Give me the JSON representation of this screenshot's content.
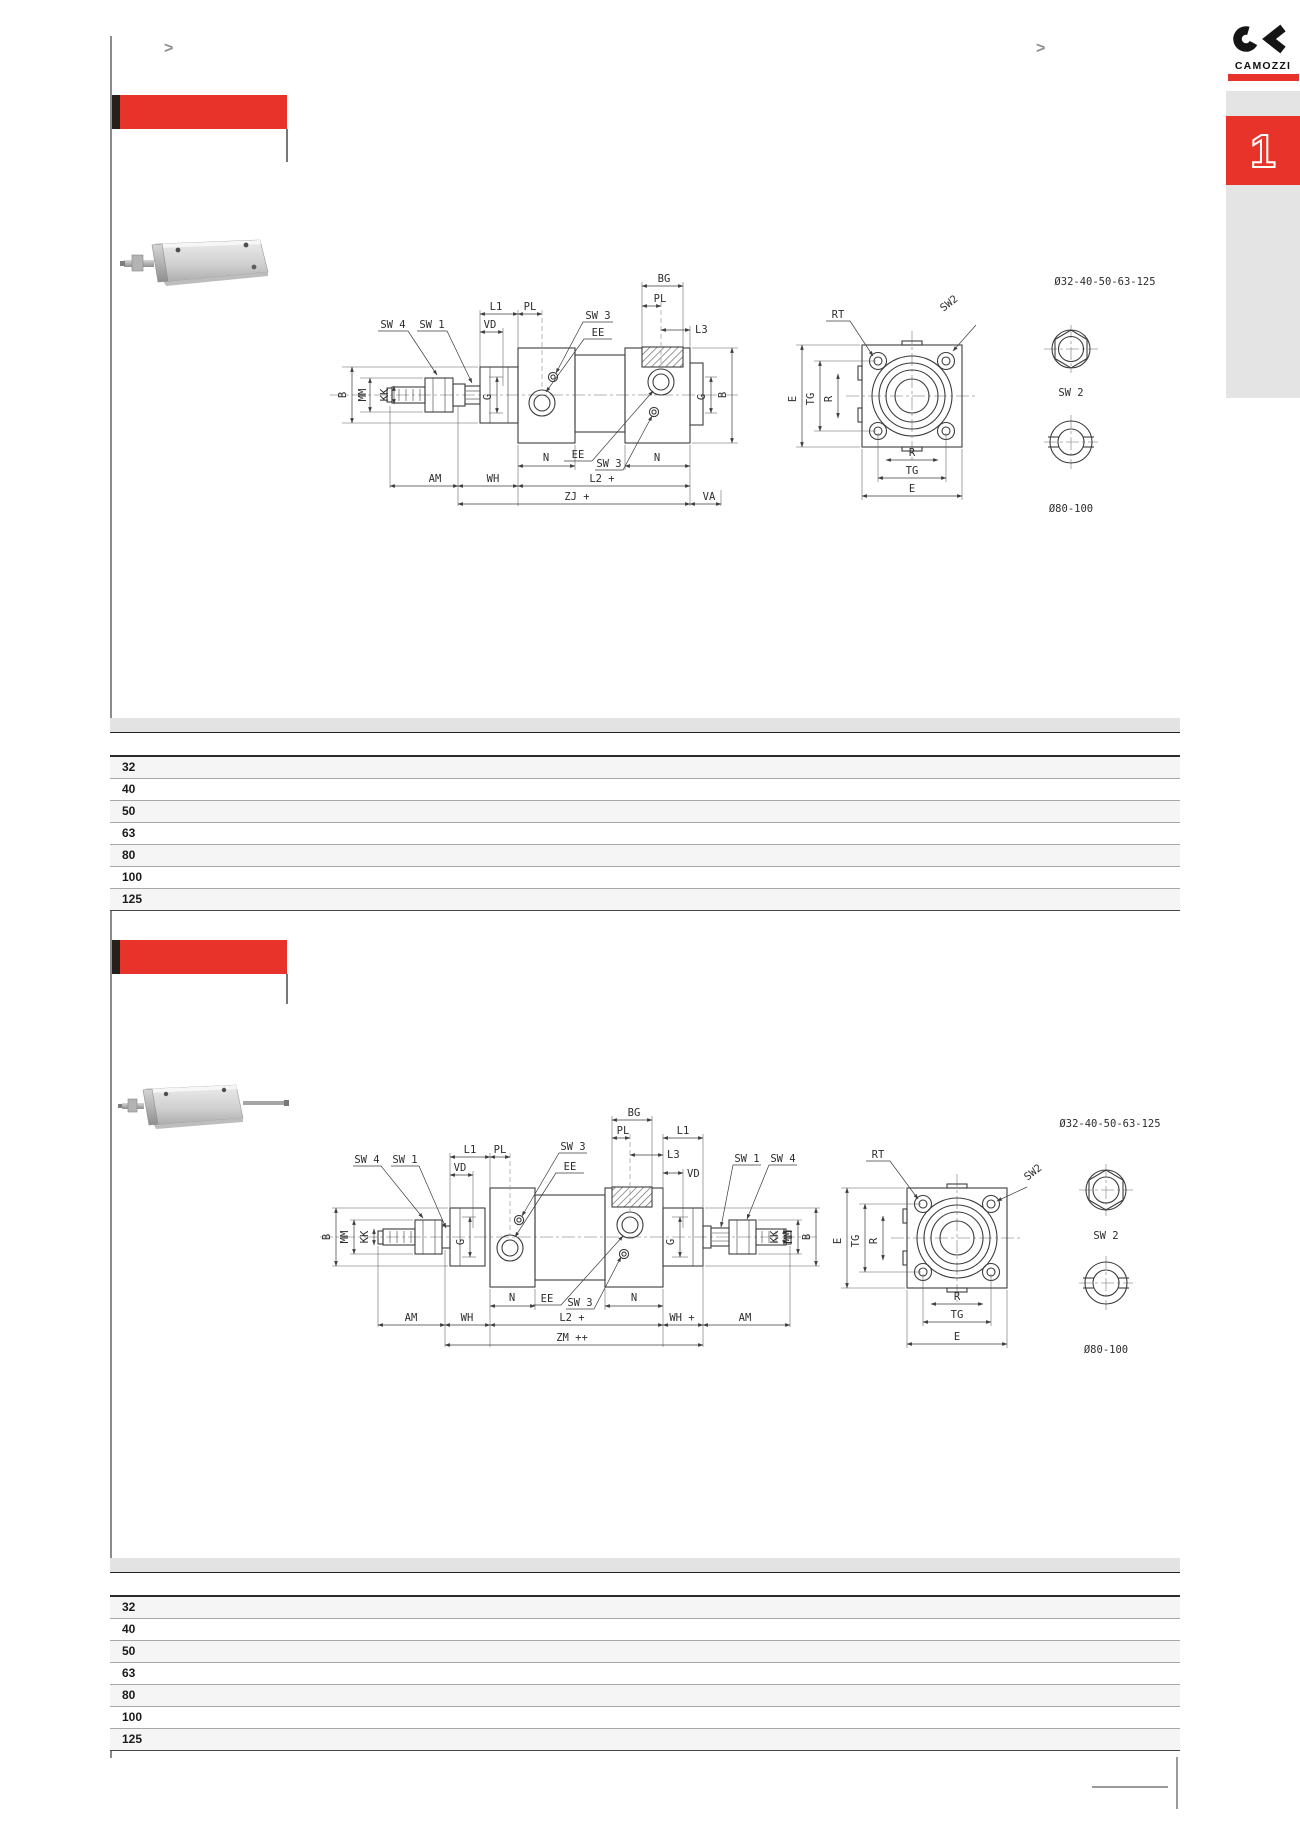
{
  "page": {
    "breadcrumb_left": ">",
    "breadcrumb_right": ">",
    "logo_brand": "CAMOZZI",
    "chapter_tab": "1"
  },
  "colors": {
    "brand_red": "#e8332a",
    "bar_notch_dark": "#26201d",
    "sidebar_gray": "#e4e4e4",
    "table_header_gray": "#e3e3e3",
    "row_shade": "#f5f5f5",
    "drawing_line": "#3d3d3d"
  },
  "drawing_labels": {
    "sw1": "SW 1",
    "sw2": "SW 2",
    "sw2_compact": "SW2",
    "sw3": "SW 3",
    "sw4": "SW 4",
    "l1": "L1",
    "l2_plus": "L2 +",
    "l3": "L3",
    "pl": "PL",
    "vd": "VD",
    "bg": "BG",
    "ee": "EE",
    "b": "B",
    "mm": "MM",
    "kk": "KK",
    "g": "G",
    "n": "N",
    "am": "AM",
    "wh": "WH",
    "wh_plus": "WH +",
    "zj_plus": "ZJ +",
    "zm_plus_plus": "ZM ++",
    "va": "VA",
    "e": "E",
    "tg": "TG",
    "r": "R",
    "rt": "RT",
    "dia_small_bores": "Ø32-40-50-63-125",
    "dia_large_bores": "Ø80-100"
  },
  "sections": [
    {
      "bore_rows": [
        "32",
        "40",
        "50",
        "63",
        "80",
        "100",
        "125"
      ]
    },
    {
      "bore_rows": [
        "32",
        "40",
        "50",
        "63",
        "80",
        "100",
        "125"
      ]
    }
  ]
}
